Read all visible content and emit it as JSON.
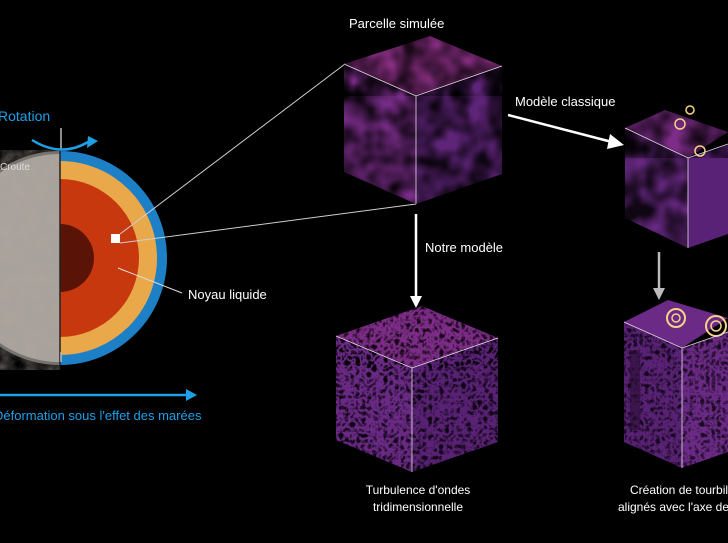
{
  "labels": {
    "parcelle": "Parcelle simulée",
    "modele_classique": "Modèle classique",
    "notre_modele": "Notre modèle",
    "noyau": "Noyau liquide",
    "rotation": "Rotation",
    "croute": "Croute",
    "marees": "Déformation sous l'effet des marées",
    "turbulence_line1": "Turbulence d'ondes",
    "turbulence_line2": "tridimensionnelle",
    "creation_line1": "Création de tourbillons",
    "creation_line2": "alignés avec l'axe de rotation"
  },
  "colors": {
    "background": "#000000",
    "accent_blue": "#1ea0e8",
    "mantle_orange": "#e9a94a",
    "core_red": "#c8380f",
    "inner_core": "#5a1407",
    "cube_purple": "#6b2a86",
    "cube_yellow": "#f5c26b"
  }
}
